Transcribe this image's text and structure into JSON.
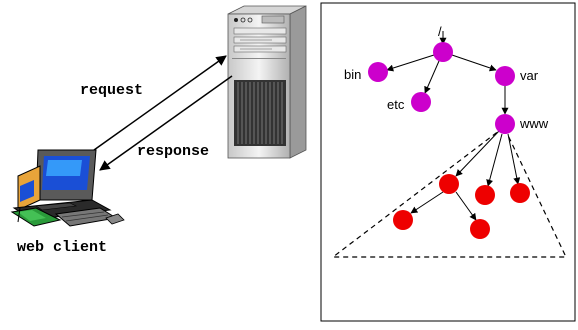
{
  "labels": {
    "request": "request",
    "response": "response",
    "web_client": "web client"
  },
  "tree": {
    "root": "/",
    "bin": "bin",
    "etc": "etc",
    "var": "var",
    "www": "www"
  },
  "icons": {
    "server": "server-tower-icon",
    "client": "desktop-computer-icon"
  },
  "colors": {
    "directory_node": "#cc00cc",
    "file_node": "#ee0000",
    "line": "#000000",
    "background": "#ffffff"
  }
}
